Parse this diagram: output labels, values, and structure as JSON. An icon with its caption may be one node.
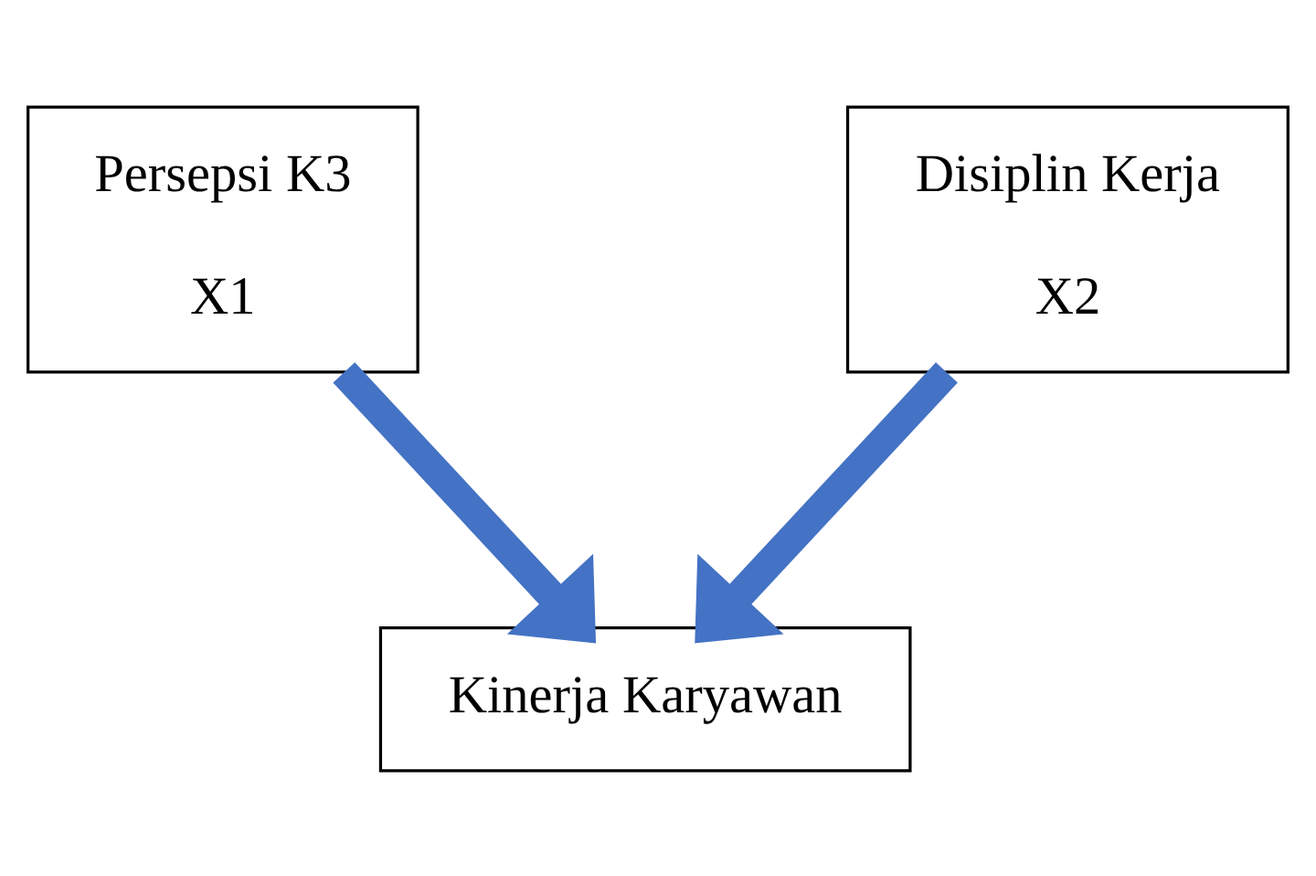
{
  "diagram": {
    "nodes": [
      {
        "text": [
          "Persepsi K3",
          "X1"
        ]
      },
      {
        "text": [
          "Disiplin Kerja",
          "X2"
        ]
      },
      {
        "text": [
          "Kinerja Karyawan"
        ]
      }
    ],
    "edges": [
      {
        "from": 0,
        "to": 2,
        "arrow": "to",
        "color": "#4472c4"
      },
      {
        "from": 1,
        "to": 2,
        "arrow": "to",
        "color": "#4472c4"
      }
    ]
  }
}
